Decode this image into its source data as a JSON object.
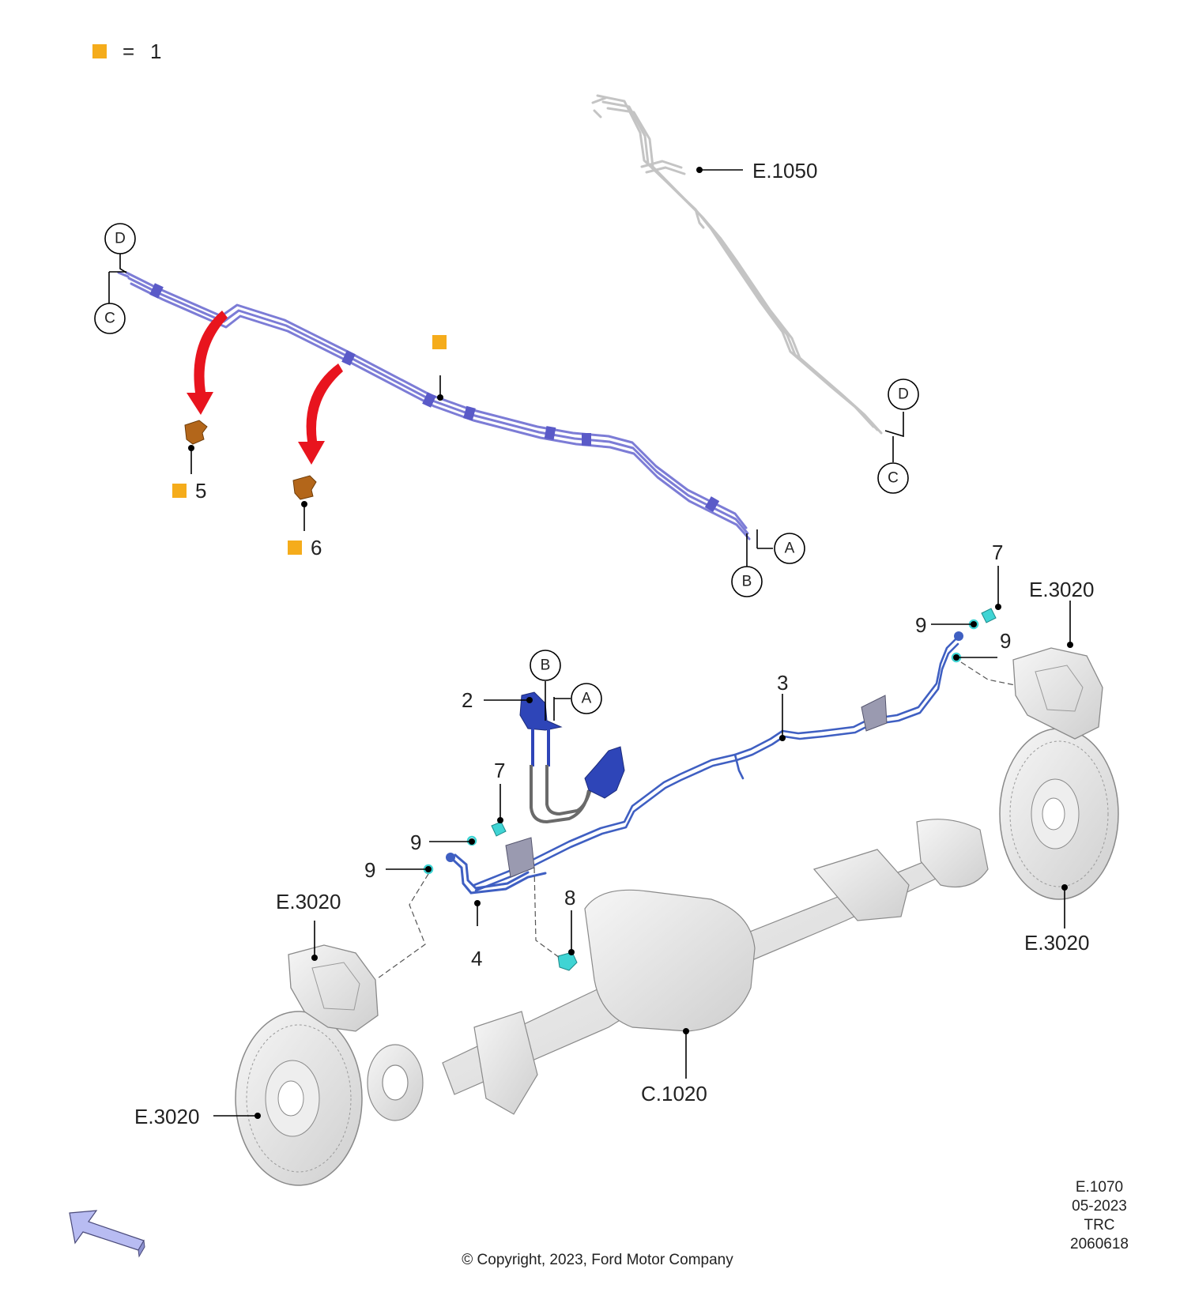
{
  "legend": {
    "symbol_color": "#F5AC1B",
    "equals": "=",
    "value": "1"
  },
  "callouts": {
    "part_2": "2",
    "part_3": "3",
    "part_4": "4",
    "part_5": "5",
    "part_6": "6",
    "part_7_upper": "7",
    "part_7_lower": "7",
    "part_8": "8",
    "part_9_a": "9",
    "part_9_b": "9",
    "part_9_c": "9",
    "part_9_d": "9",
    "ref_e1050": "E.1050",
    "ref_e3020_caliper_right": "E.3020",
    "ref_e3020_caliper_left": "E.3020",
    "ref_e3020_rotor_right": "E.3020",
    "ref_e3020_rotor_left": "E.3020",
    "ref_c1020": "C.1020"
  },
  "connectors": {
    "d_upper_left": "D",
    "c_upper_left": "C",
    "a_upper": "A",
    "b_upper": "B",
    "d_right": "D",
    "c_right": "C",
    "b_lower": "B",
    "a_lower": "A"
  },
  "footer": {
    "copyright": "© Copyright, 2023, Ford Motor Company",
    "code": "E.1070",
    "date": "05-2023",
    "team": "TRC",
    "number": "2060618"
  },
  "colors": {
    "front_line": "#7C7CD6",
    "rear_line": "#3F5FC2",
    "bracket": "#2E45B8",
    "grey_line": "#C4C4C4",
    "clip_brown": "#B3661A",
    "fastener_cyan": "#3FD4D4",
    "arrow_red": "#E8141E",
    "view_arrow": "#B8BCF2",
    "hardware_grey": "#E4E4E4"
  },
  "icons": [
    "orange-square-icon",
    "red-arrow-icon",
    "view-direction-arrow-icon"
  ]
}
